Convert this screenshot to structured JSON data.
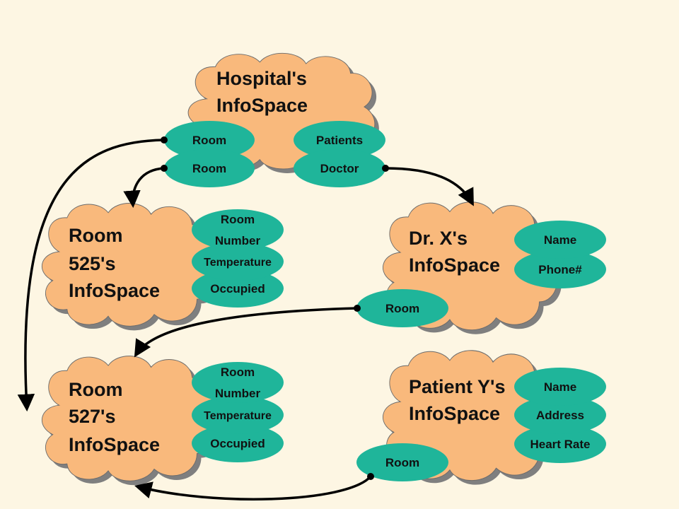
{
  "colors": {
    "background": "#fdf6e3",
    "cloud_fill": "#f9b97c",
    "cloud_shadow": "#7f7f7f",
    "oval_fill": "#1fb59a",
    "line": "#000000"
  },
  "clouds": {
    "hospital": {
      "line1": "Hospital's",
      "line2": "InfoSpace"
    },
    "room525": {
      "line1": "Room",
      "line2": "525's",
      "line3": "InfoSpace"
    },
    "drx": {
      "line1": "Dr. X's",
      "line2": "InfoSpace"
    },
    "room527": {
      "line1": "Room",
      "line2": "527's",
      "line3": "InfoSpace"
    },
    "patienty": {
      "line1": "Patient Y's",
      "line2": "InfoSpace"
    }
  },
  "attributes": {
    "hospital_room_1": "Room",
    "hospital_room_2": "Room",
    "hospital_patients": "Patients",
    "hospital_doctor": "Doctor",
    "room525_number_1": "Room",
    "room525_number_2": "Number",
    "room525_temperature": "Temperature",
    "room525_occupied": "Occupied",
    "drx_name": "Name",
    "drx_phone": "Phone#",
    "drx_room": "Room",
    "room527_number_1": "Room",
    "room527_number_2": "Number",
    "room527_temperature": "Temperature",
    "room527_occupied": "Occupied",
    "patienty_name": "Name",
    "patienty_address": "Address",
    "patienty_heartrate": "Heart Rate",
    "patienty_room": "Room"
  }
}
